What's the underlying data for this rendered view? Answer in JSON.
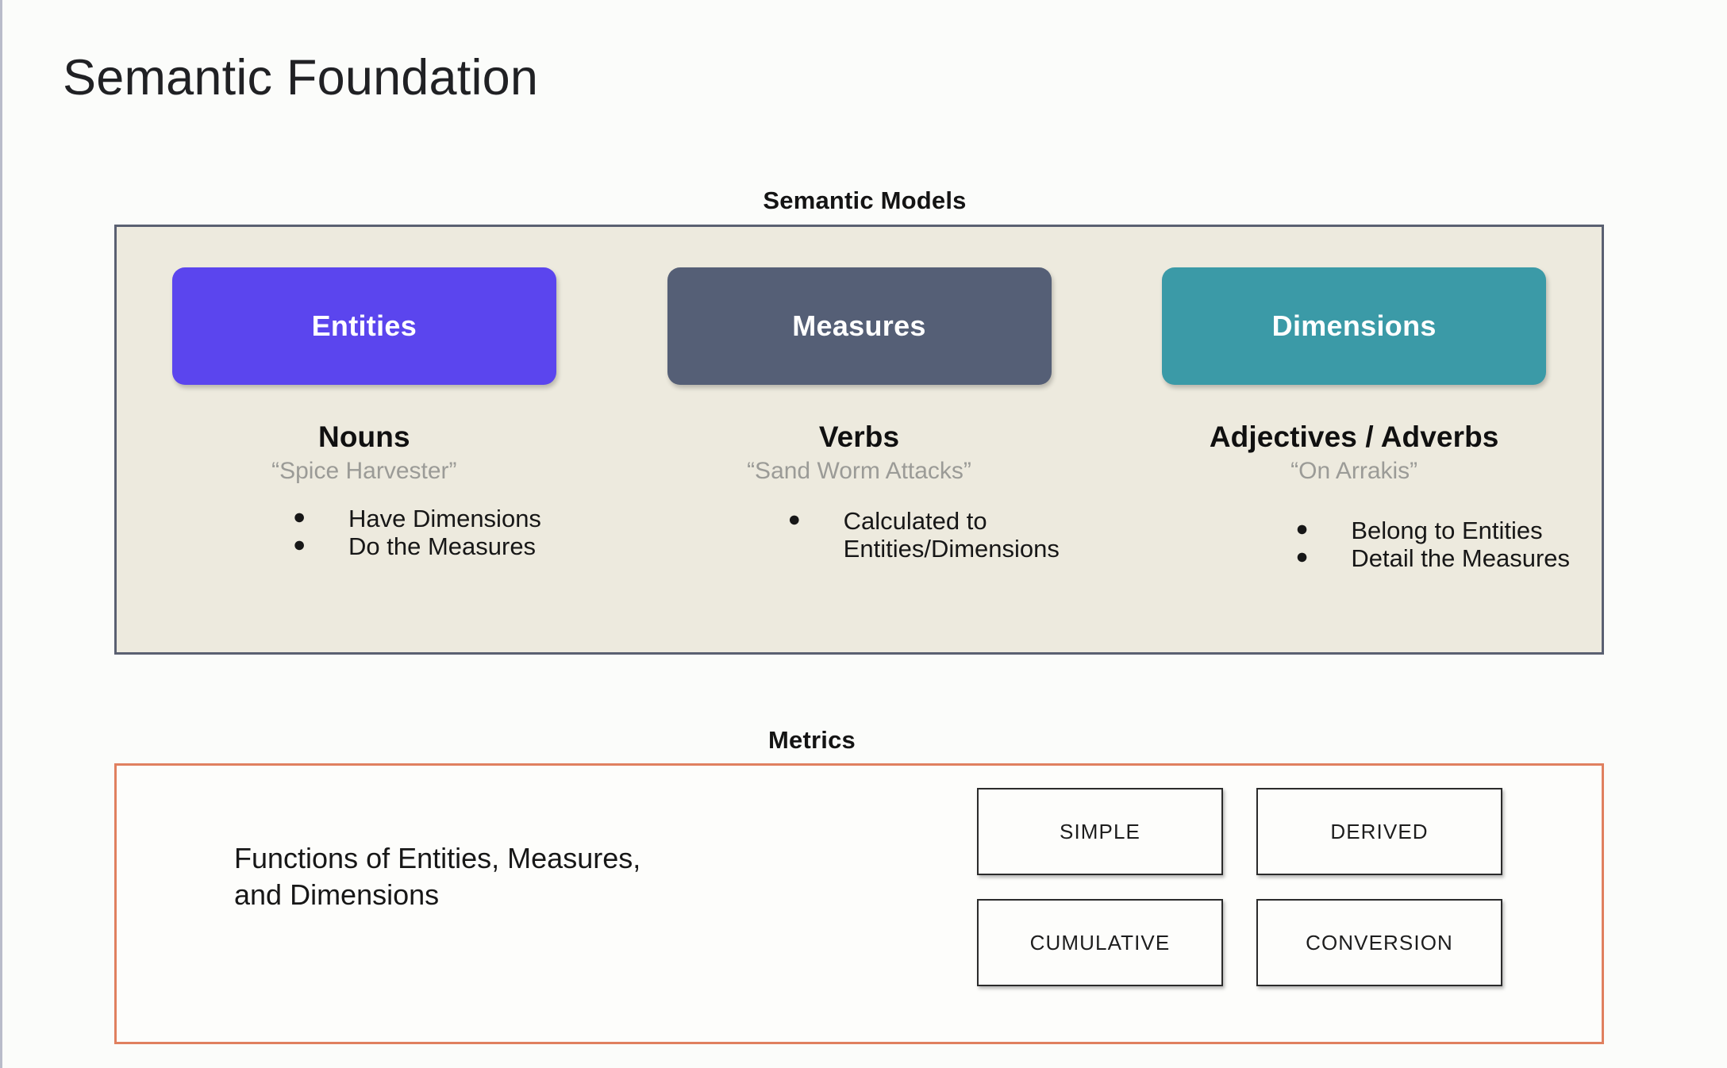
{
  "page": {
    "title": "Semantic Foundation",
    "background_color": "#fbfcfa"
  },
  "semantic_models": {
    "heading": "Semantic Models",
    "panel_background": "#edeade",
    "panel_border_color": "#5a6071",
    "columns": [
      {
        "pill_label": "Entities",
        "pill_color": "#5b45ee",
        "part_of_speech": "Nouns",
        "example": "“Spice Harvester”",
        "bullets": [
          "Have Dimensions",
          "Do the Measures"
        ]
      },
      {
        "pill_label": "Measures",
        "pill_color": "#555f76",
        "part_of_speech": "Verbs",
        "example": "“Sand Worm Attacks”",
        "bullets": [
          "Calculated to\nEntities/Dimensions"
        ]
      },
      {
        "pill_label": "Dimensions",
        "pill_color": "#3b9aa7",
        "part_of_speech": "Adjectives / Adverbs",
        "example": "“On Arrakis”",
        "bullets": [
          "Belong to Entities",
          "Detail the Measures"
        ]
      }
    ]
  },
  "metrics": {
    "heading": "Metrics",
    "panel_border_color": "#e0805f",
    "description": "Functions of Entities, Measures,\nand Dimensions",
    "types": [
      {
        "label": "SIMPLE"
      },
      {
        "label": "DERIVED"
      },
      {
        "label": "CUMULATIVE"
      },
      {
        "label": "CONVERSION"
      }
    ]
  },
  "glyphs": {
    "bullet": "●"
  }
}
